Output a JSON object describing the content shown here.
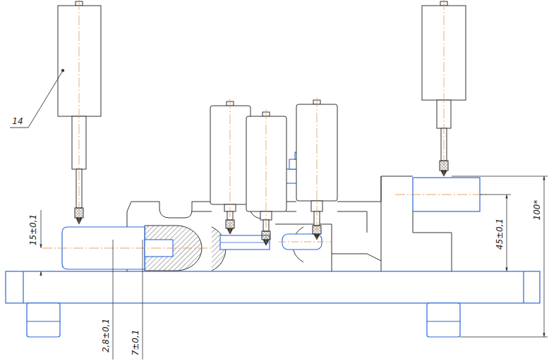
{
  "diagram": {
    "labels": [
      "14",
      "15±0,1",
      "2,8±0,1",
      "7±0,1",
      "45±0,1",
      "100*"
    ]
  }
}
